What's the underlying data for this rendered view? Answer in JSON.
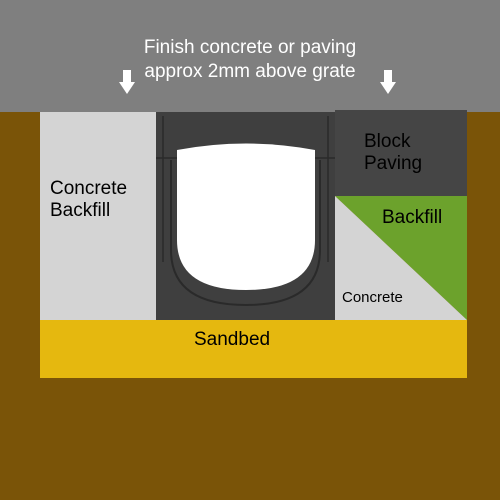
{
  "annotation": {
    "line1": "Finish concrete or paving",
    "line2": "approx 2mm above grate"
  },
  "labels": {
    "concrete_backfill_1": "Concrete",
    "concrete_backfill_2": "Backfill",
    "block_paving_1": "Block",
    "block_paving_2": "Paving",
    "backfill": "Backfill",
    "concrete": "Concrete",
    "sandbed": "Sandbed"
  },
  "colors": {
    "surface": "#7f7f7f",
    "soil": "#7a5408",
    "concrete": "#d4d4d4",
    "block_paving": "#454545",
    "backfill": "#6ca22c",
    "sandbed": "#e5b80f",
    "channel": "#3f3f3f",
    "channel_void": "#ffffff",
    "arrow": "#ffffff"
  }
}
